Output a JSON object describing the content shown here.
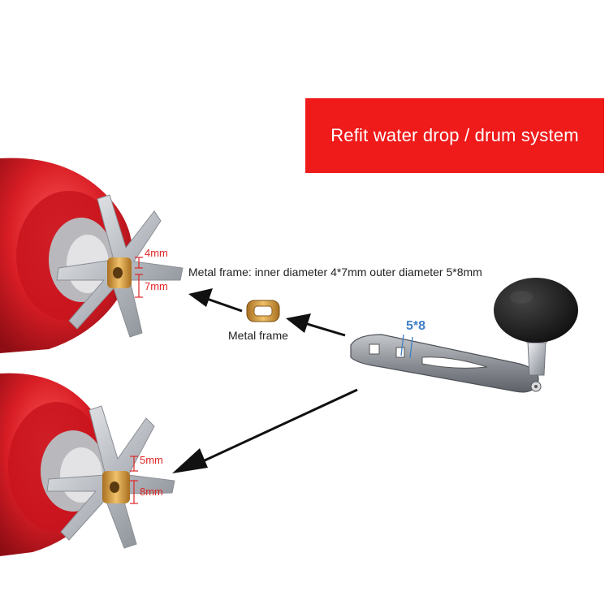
{
  "banner": {
    "text": "Refit water drop / drum system",
    "bg_color": "#ef1a1a"
  },
  "description": "Metal frame: inner diameter 4*7mm outer diameter 5*8mm",
  "frame_label": "Metal frame",
  "handle_hole_label": "5*8",
  "top_reel": {
    "dim_small": "4mm",
    "dim_large": "7mm"
  },
  "bottom_reel": {
    "dim_small": "5mm",
    "dim_large": "8mm"
  },
  "colors": {
    "accent_red": "#e0202a",
    "dim_red": "#e02626",
    "dim_blue": "#3f80c8",
    "metal": "#a9adb3"
  }
}
